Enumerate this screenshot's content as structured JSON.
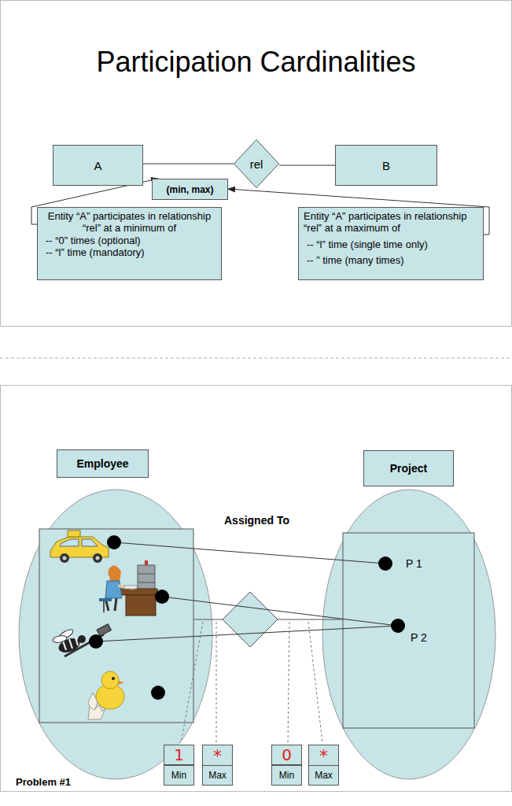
{
  "diagram": {
    "title": "Participation Cardinalities",
    "nodes": [
      {
        "text": [
          "A"
        ]
      },
      {
        "text": [
          "rel"
        ]
      },
      {
        "text": [
          "B"
        ]
      },
      {
        "text": [
          "(min, max)"
        ]
      },
      {
        "text": [
          "Entity “A” participates in relationship “rel” at a minimum of",
          "-- “0” times (optional)",
          "-- “l” time (mandatory)"
        ]
      },
      {
        "text": [
          "Entity “A” participates in relationship “rel” at a maximum of",
          "-- “l” time (single time only)",
          "-- ” time (many times)"
        ]
      },
      {
        "text": [
          "Employee"
        ]
      },
      {
        "text": [
          "Project"
        ]
      },
      {
        "text": [
          "1"
        ]
      },
      {
        "text": [
          "*"
        ]
      },
      {
        "text": [
          "Min"
        ]
      },
      {
        "text": [
          "Max"
        ]
      },
      {
        "text": [
          "0"
        ]
      },
      {
        "text": [
          "*"
        ]
      },
      {
        "text": [
          "Min"
        ]
      },
      {
        "text": [
          "Max"
        ]
      }
    ],
    "edges": [
      {
        "from": 0,
        "to": 1,
        "arrow": "none"
      },
      {
        "from": 1,
        "to": 2,
        "arrow": "none"
      },
      {
        "from": 4,
        "to": 3,
        "arrow": "to"
      },
      {
        "from": 5,
        "to": 3,
        "arrow": "to"
      }
    ],
    "labels": [
      "Assigned To",
      "P 1",
      "P 2",
      "Problem #1"
    ]
  }
}
